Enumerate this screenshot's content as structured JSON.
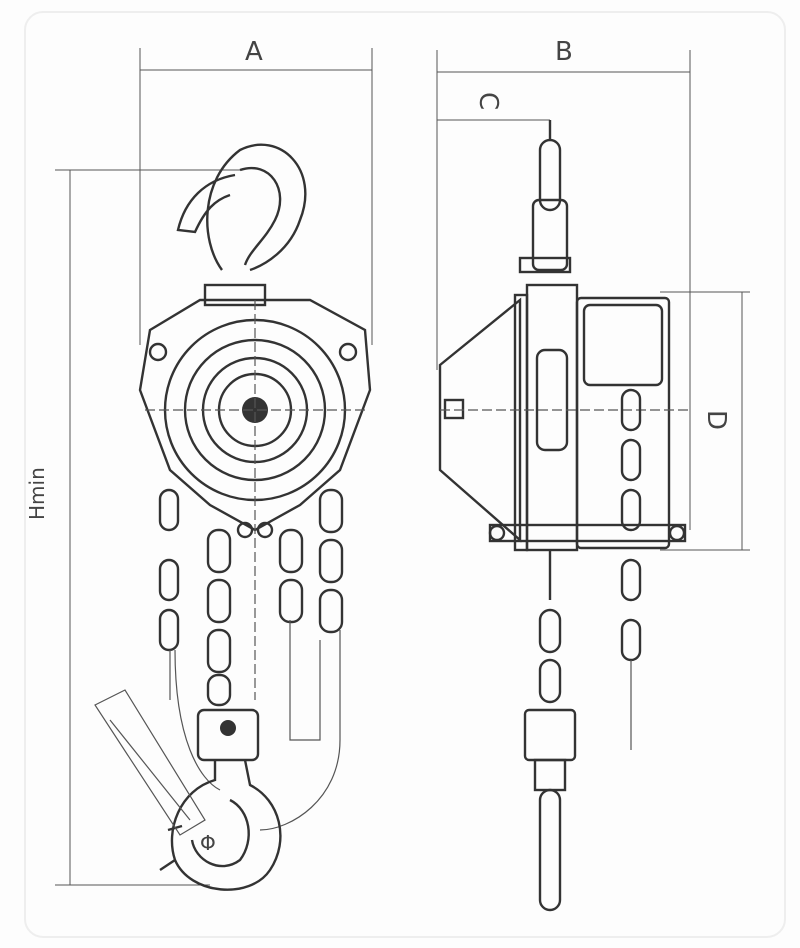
{
  "labels": {
    "a": "A",
    "b": "B",
    "c": "C",
    "d": "D",
    "hmin": "Hmin",
    "phi": "Φ"
  }
}
